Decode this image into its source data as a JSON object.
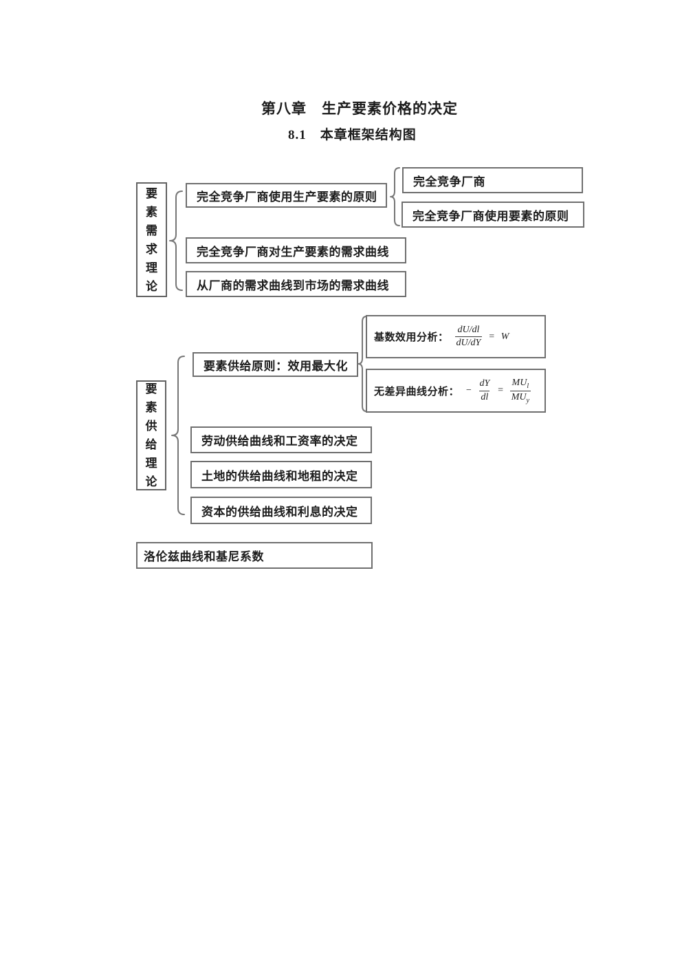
{
  "title": "第八章　生产要素价格的决定",
  "subtitle": "8.1　本章框架结构图",
  "demand": {
    "category_vertical": "要素需求理论",
    "principle": "完全竞争厂商使用生产要素的原则",
    "firm": "完全竞争厂商",
    "firm_principle": "完全竞争厂商使用要素的原则",
    "demand_curve": "完全竞争厂商对生产要素的需求曲线",
    "market_curve": "从厂商的需求曲线到市场的需求曲线"
  },
  "supply": {
    "category_vertical": "要素供给理论",
    "principle": "要素供给原则：效用最大化",
    "cardinal": {
      "label": "基数效用分析：",
      "num": "dU/dl",
      "den": "dU/dY",
      "eq": "=",
      "rhs": "W"
    },
    "indifference": {
      "label": "无差异曲线分析：",
      "minus": "−",
      "num": "dY",
      "den": "dl",
      "eq": "=",
      "mu": "MU",
      "sub_l": "l",
      "sub_y": "y"
    },
    "labor": "劳动供给曲线和工资率的决定",
    "land": "土地的供给曲线和地租的决定",
    "capital": "资本的供给曲线和利息的决定"
  },
  "lorenz": "洛伦兹曲线和基尼系数",
  "colors": {
    "border": "#6e6e6e",
    "text": "#1c1c1c",
    "background": "#ffffff"
  }
}
